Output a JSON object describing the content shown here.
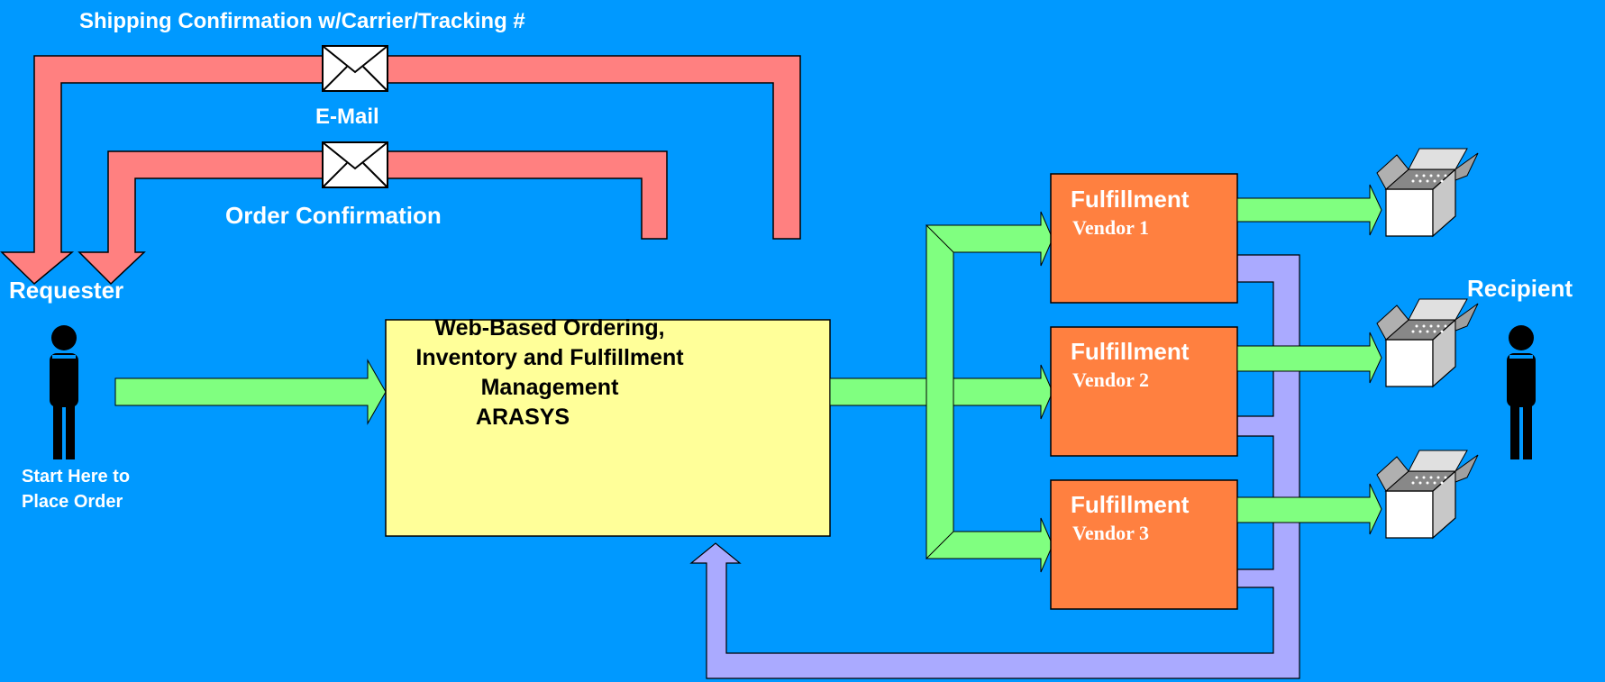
{
  "top_arrow_label": "Shipping Confirmation w/Carrier/Tracking #",
  "email_label": "E-Mail",
  "order_confirmation_label": "Order Confirmation",
  "requester": {
    "label": "Requester",
    "start_line1": "Start Here to",
    "start_line2": "Place Order"
  },
  "system": {
    "line1": "Web-Based Ordering,",
    "line2": "Inventory and Fulfillment",
    "line3": "Management",
    "line4": "ARASYS"
  },
  "vendors": [
    {
      "line1": "Fulfillment",
      "line2": "Vendor 1"
    },
    {
      "line1": "Fulfillment",
      "line2": "Vendor 2"
    },
    {
      "line1": "Fulfillment",
      "line2": "Vendor 3"
    }
  ],
  "recipient_label": "Recipient",
  "icons": [
    "envelope-icon",
    "person-icon",
    "box-icon"
  ],
  "colors": {
    "background": "#0099ff",
    "email_arrow": "#ff8080",
    "flow_arrow": "#80ff80",
    "feedback_arrow": "#aaaaff",
    "system_box": "#ffff99",
    "vendor_box": "#ff8040"
  }
}
